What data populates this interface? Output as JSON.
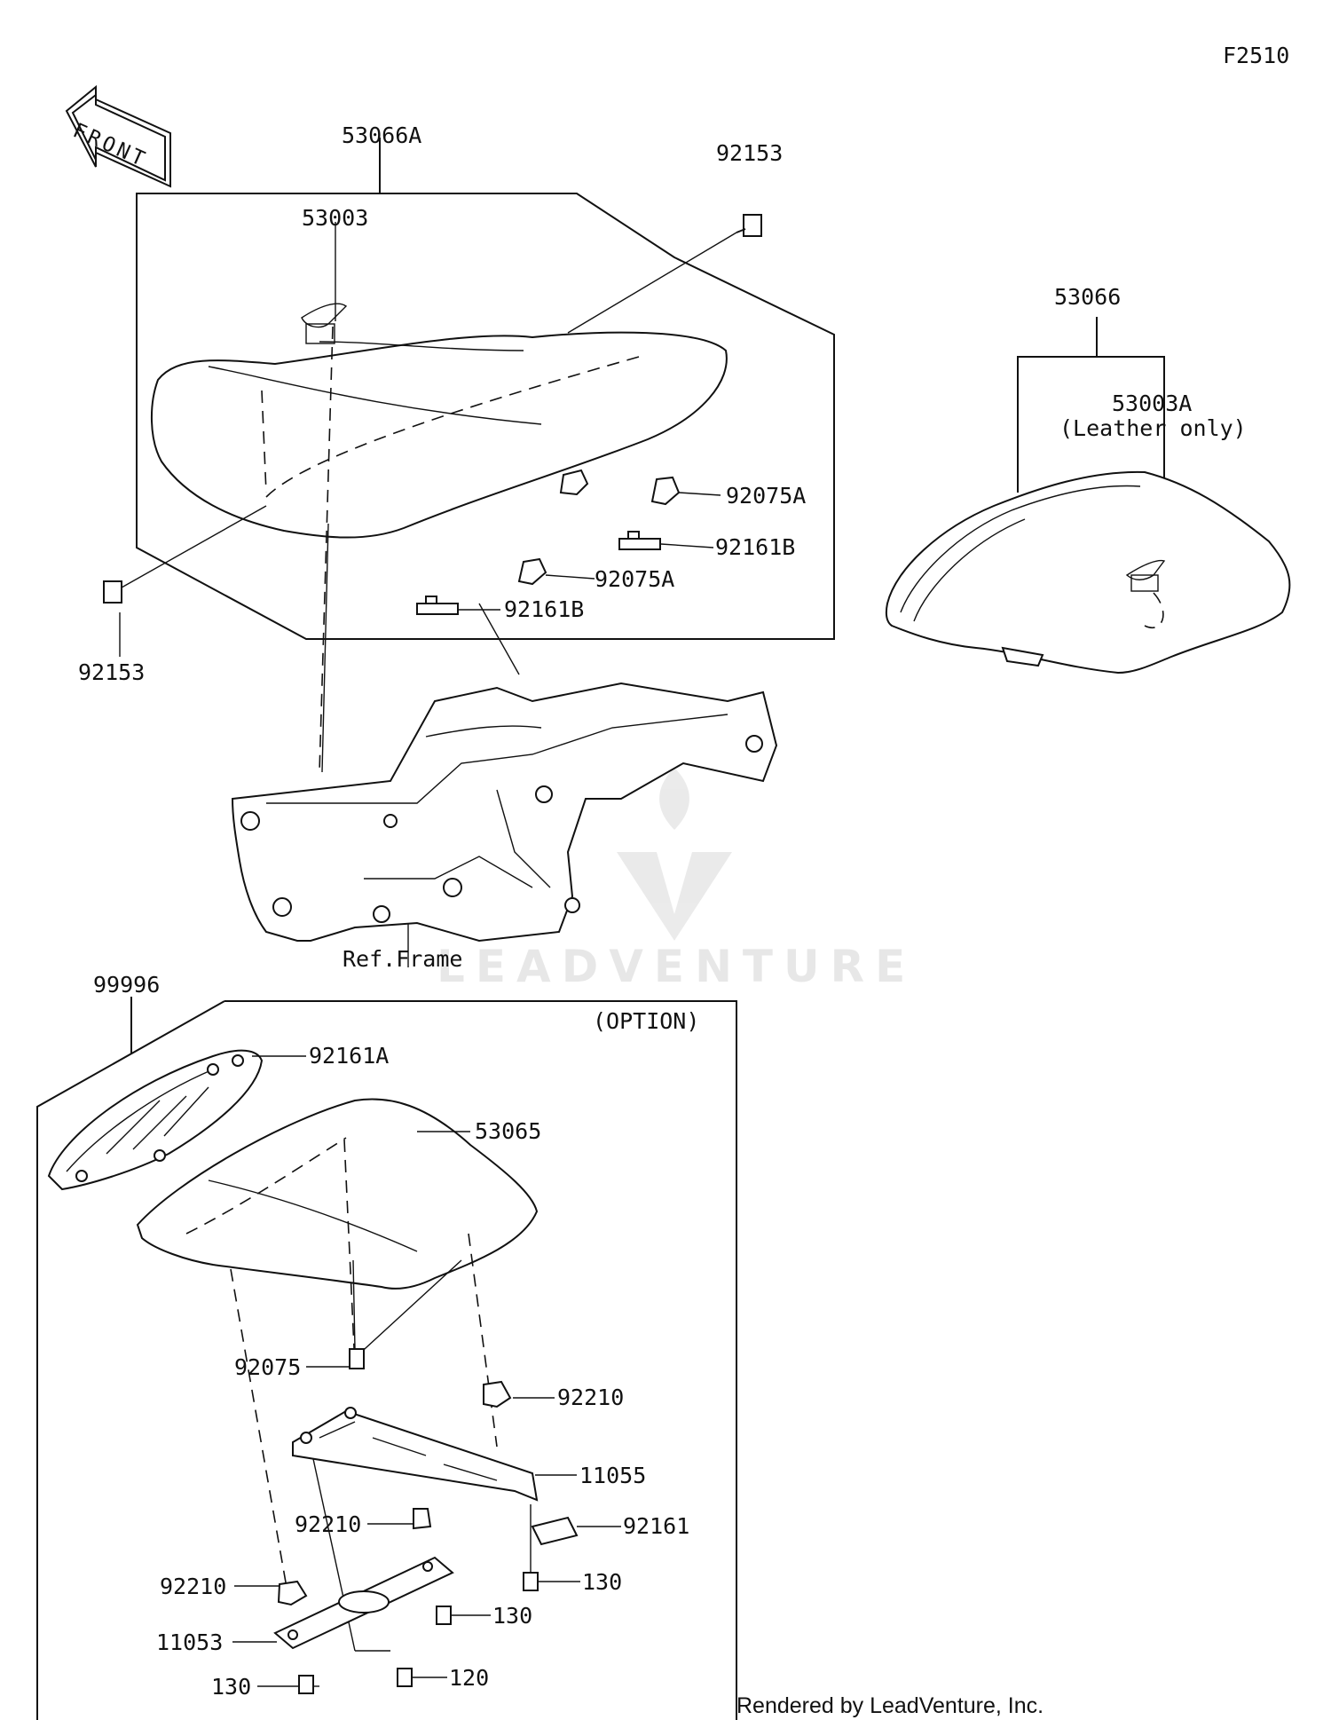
{
  "diagram_code": "F2510",
  "front_arrow_label": "FRONT",
  "option_label": "(OPTION)",
  "ref_frame_label": "Ref.Frame",
  "leather_note": "(Leather only)",
  "watermark": "LEADVENTURE",
  "credit": "Rendered by LeadVenture, Inc.",
  "callouts": {
    "seat_assy_a": "53066A",
    "seat_pad": "53003",
    "bolt_right": "92153",
    "bolt_left": "92153",
    "damper_a_right": "92075A",
    "damper_a_center": "92075A",
    "hook_b_right": "92161B",
    "hook_b_center": "92161B",
    "seat_assy": "53066",
    "seat_pad_a": "53003A",
    "seat_cowl": "99996",
    "hook_a": "92161A",
    "cover_seat": "53065",
    "damper": "92075",
    "nut_upper": "92210",
    "bracket_upper": "11055",
    "hook": "92161",
    "nut_middle": "92210",
    "nut_lower": "92210",
    "bolt_130_right": "130",
    "bolt_130_middle": "130",
    "bracket_lower": "11053",
    "bolt_130_left": "130",
    "bolt_120": "120"
  }
}
